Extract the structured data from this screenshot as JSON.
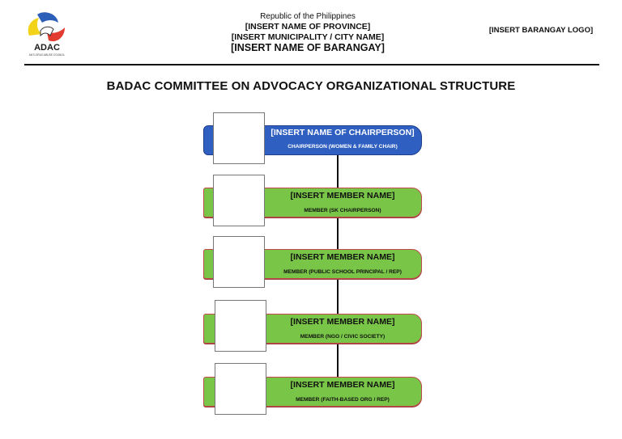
{
  "header": {
    "logo_text": "ADAC",
    "logo_subtext": "ANTI-DRUG ABUSE COUNCIL",
    "republic": "Republic of the Philippines",
    "province": "[INSERT NAME OF PROVINCE]",
    "municipality": "[INSERT MUNICIPALITY / CITY NAME]",
    "barangay": "[INSERT NAME OF BARANGAY]",
    "barangay_logo": "[INSERT BARANGAY LOGO]"
  },
  "title": "BADAC COMMITTEE ON ADVOCACY ORGANIZATIONAL STRUCTURE",
  "colors": {
    "chair_banner": "#2f5fc0",
    "member_banner": "#78c547",
    "banner_border": "#c24a4a"
  },
  "org": {
    "chair": {
      "name": "[INSERT NAME OF CHAIRPERSON]",
      "role": "CHAIRPERSON (WOMEN & FAMILY CHAIR)"
    },
    "members": [
      {
        "name": "[INSERT MEMBER NAME]",
        "role": "MEMBER (SK CHAIRPERSON)"
      },
      {
        "name": "[INSERT MEMBER NAME]",
        "role": "MEMBER (PUBLIC SCHOOL PRINCIPAL / REP)"
      },
      {
        "name": "[INSERT MEMBER NAME]",
        "role": "MEMBER (NGO / CIVIC SOCIETY)"
      },
      {
        "name": "[INSERT MEMBER NAME]",
        "role": "MEMBER (FAITH-BASED ORG / REP)"
      }
    ]
  }
}
